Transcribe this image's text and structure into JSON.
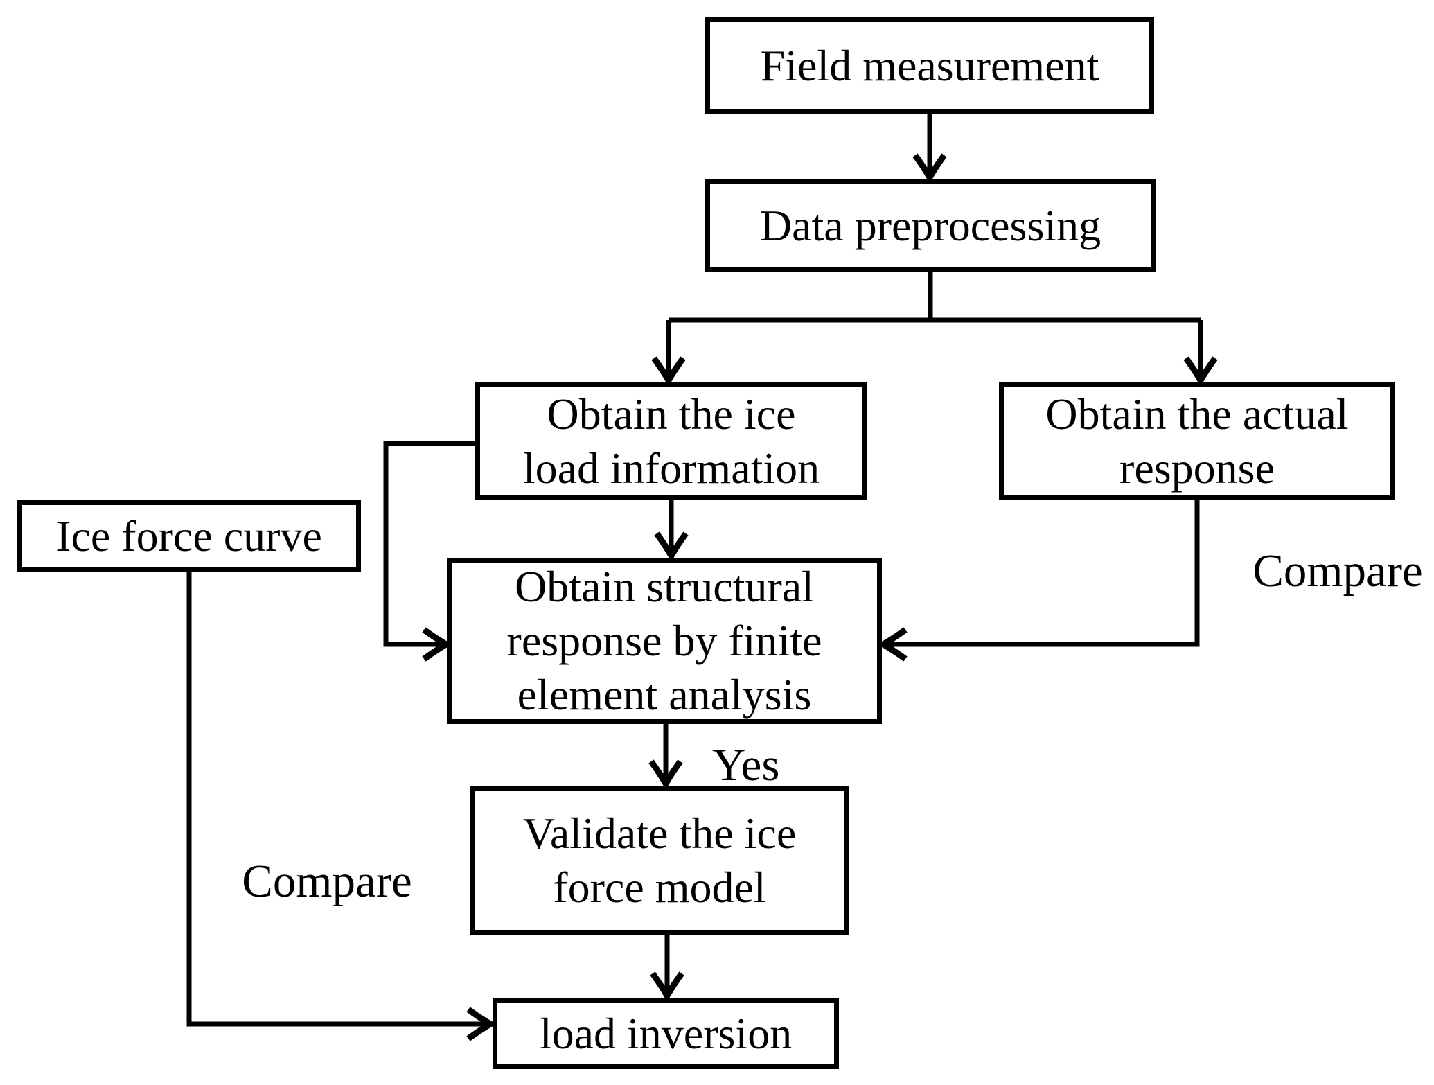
{
  "figure": {
    "nodes": [
      {
        "id": "field-measurement",
        "label": "Field measurement"
      },
      {
        "id": "data-preprocessing",
        "label": "Data preprocessing"
      },
      {
        "id": "obtain-ice-load",
        "label": "Obtain the ice\nload information"
      },
      {
        "id": "obtain-actual-response",
        "label": "Obtain the actual\nresponse"
      },
      {
        "id": "ice-force-curve",
        "label": "Ice force curve"
      },
      {
        "id": "fea-structural-response",
        "label": "Obtain structural\nresponse by finite\nelement analysis"
      },
      {
        "id": "validate-ice-force-model",
        "label": "Validate the ice\nforce model"
      },
      {
        "id": "load-inversion",
        "label": "load inversion"
      }
    ],
    "edge_labels": {
      "compare_right": "Compare",
      "yes": "Yes",
      "compare_left": "Compare"
    },
    "colors": {
      "stroke": "#000000",
      "background": "#ffffff",
      "text": "#000000"
    }
  }
}
